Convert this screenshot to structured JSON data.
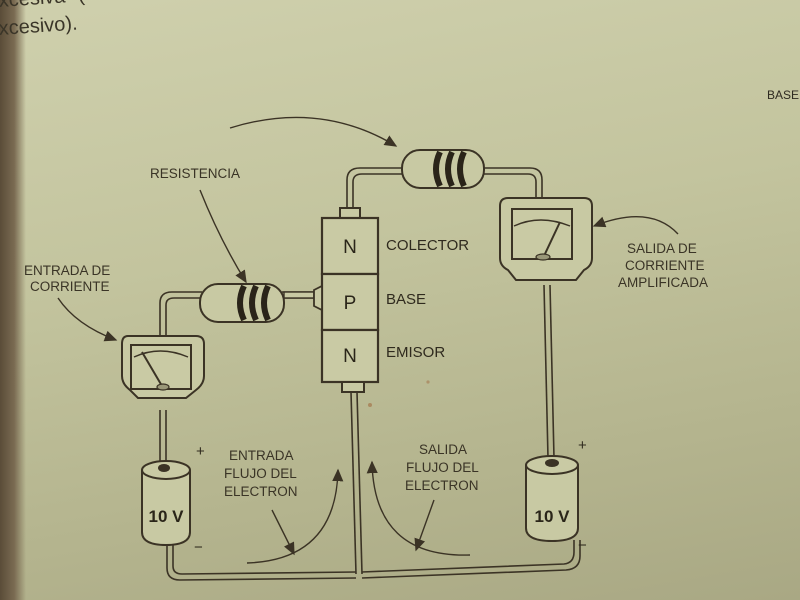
{
  "page": {
    "top_text_line1": "xcesiva\" (",
    "top_text_line2": "xcesivo).",
    "margin_fragment": "BASE"
  },
  "diagram": {
    "title": "NPN transistor amplifier circuit",
    "transistor": {
      "layers": [
        {
          "letter": "N",
          "label": "COLECTOR"
        },
        {
          "letter": "P",
          "label": "BASE"
        },
        {
          "letter": "N",
          "label": "EMISOR"
        }
      ]
    },
    "callouts": {
      "resistor": "RESISTENCIA",
      "input_current": [
        "ENTRADA DE",
        "CORRIENTE"
      ],
      "output_current": [
        "SALIDA DE",
        "CORRIENTE",
        "AMPLIFICADA"
      ],
      "input_flow": [
        "ENTRADA",
        "FLUJO DEL",
        "ELECTRON"
      ],
      "output_flow": [
        "SALIDA",
        "FLUJO DEL",
        "ELECTRON"
      ]
    },
    "batteries": [
      {
        "label": "10 V",
        "positive": "+",
        "negative": "−"
      },
      {
        "label": "10 V",
        "positive": "+",
        "negative": "−"
      }
    ],
    "colors": {
      "paper": "#c6c7a1",
      "ink": "#3b3325"
    }
  }
}
